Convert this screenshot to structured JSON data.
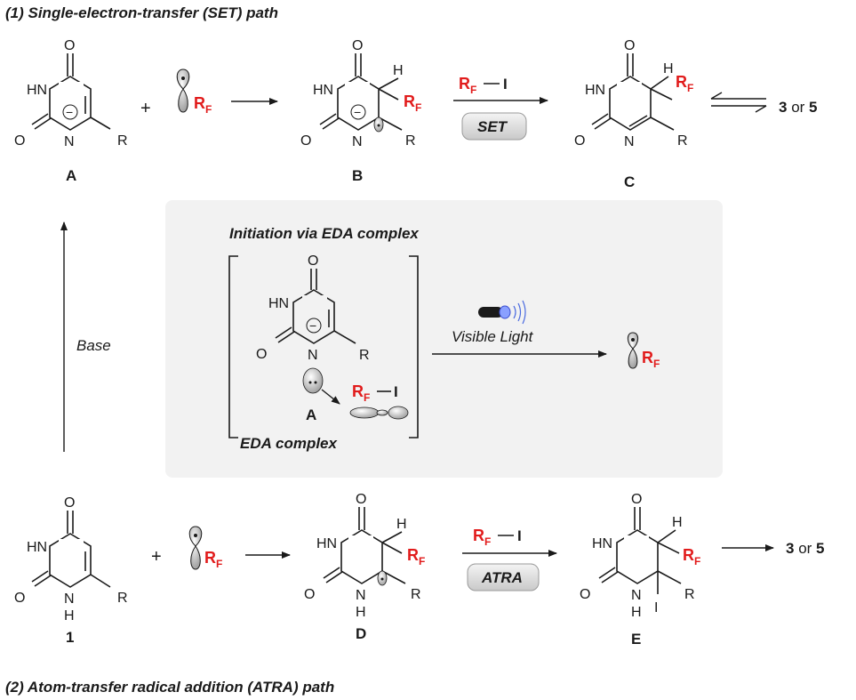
{
  "title_top": "(1) Single-electron-transfer (SET) path",
  "title_bottom": "(2) Atom-transfer radical addition (ATRA) path",
  "labels": {
    "A": "A",
    "B": "B",
    "C": "C",
    "D": "D",
    "E": "E",
    "one": "1",
    "A_box": "A"
  },
  "atoms": {
    "O": "O",
    "HN": "HN",
    "N": "N",
    "H": "H",
    "R": "R",
    "I": "I",
    "plus": "+",
    "minus": "−"
  },
  "rf": {
    "R": "R",
    "F": "F"
  },
  "reagents": {
    "set": "SET",
    "atra": "ATRA"
  },
  "products": {
    "bold3": "3",
    "or": " or ",
    "bold5": "5"
  },
  "base": "Base",
  "box": {
    "heading": "Initiation via EDA complex",
    "light": "Visible Light",
    "eda": "EDA complex"
  },
  "colors": {
    "rf": "#e11b1b",
    "panel": "#f2f2f2",
    "badge": "#dcdcdc"
  }
}
